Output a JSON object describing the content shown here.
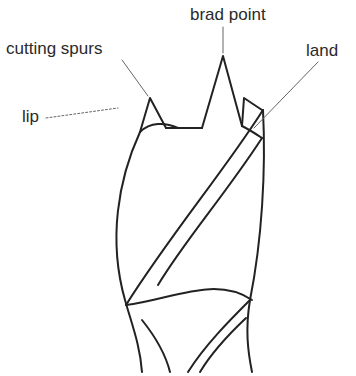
{
  "diagram": {
    "labels": [
      "brad point",
      "cutting spurs",
      "land",
      "lip"
    ]
  }
}
